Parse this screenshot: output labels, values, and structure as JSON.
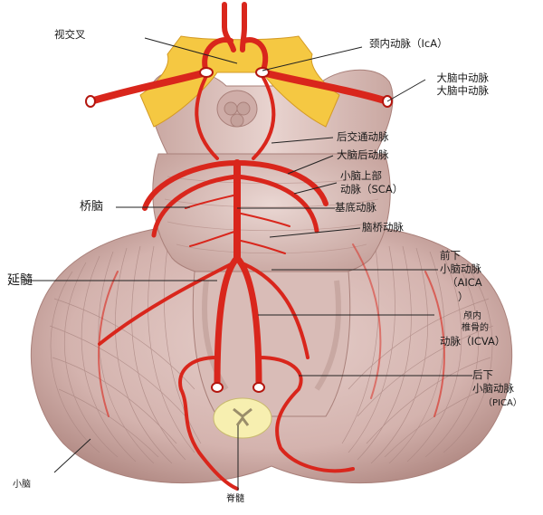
{
  "labels": {
    "optic_chiasm": "视交叉",
    "ica": "颈内动脉（IcA）",
    "mca_1": "大脑中动脉",
    "mca_2": "大脑中动脉",
    "pcom": "后交通动脉",
    "pca": "大脑后动脉",
    "sca_1": "小脑上部",
    "sca_2": "动脉（SCA）",
    "pons": "桥脑",
    "basilar": "基底动脉",
    "pontine": "脑桥动脉",
    "medulla": "延髓",
    "aica_1": "前下",
    "aica_2": "小脑动脉",
    "aica_3": "（AICA",
    "aica_4": "）",
    "icva_1": "颅内",
    "icva_2": "椎骨的",
    "icva_3": "动脉（ICVA）",
    "pica_1": "后下",
    "pica_2": "小脑动脉",
    "pica_3": "（PICA）",
    "cerebellum": "小脑",
    "spinal_cord": "脊髓"
  },
  "colors": {
    "artery": "#d9261c",
    "artery_dark": "#b3160f",
    "chiasm": "#f5c842",
    "tissue": "#d8b9b4",
    "tissue_dark": "#b8938d",
    "spinal_core": "#f7efb0",
    "leader": "#222222"
  }
}
